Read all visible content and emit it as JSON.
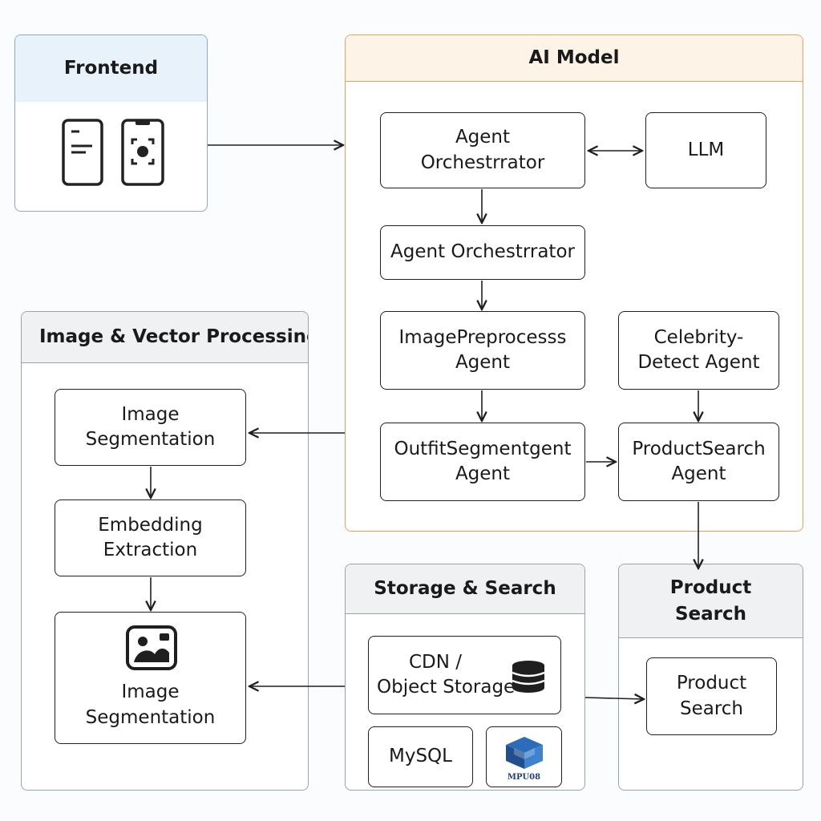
{
  "colors": {
    "ai_model_accent": "#e8a15a",
    "ai_model_header_bg": "#fdf3e6",
    "frontend_header_bg": "#e8f2fa",
    "frontend_border": "#8fa9c0",
    "gray_border": "#9aa3ab",
    "gray_header_bg": "#f0f1f2",
    "cube_blue": "#2d6cb8"
  },
  "frontend": {
    "title": "Frontend",
    "icons": [
      "phone-document-icon",
      "phone-camera-icon"
    ]
  },
  "ai_model": {
    "title": "AI Model",
    "orchestrator_top": [
      "Agent",
      "Orchestrrator"
    ],
    "llm": "LLM",
    "orchestrator_mid": "Agent Orchestrrator",
    "image_preprocess": [
      "ImagePreprocesss",
      "Agent"
    ],
    "celebrity_detect": [
      "Celebrity-",
      "Detect Agent"
    ],
    "outfit_segment": [
      "OutfitSegmentgent",
      "Agent"
    ],
    "product_search_agent": [
      "ProductSearch",
      "Agent"
    ]
  },
  "image_vector": {
    "title": "Image & Vector Processing",
    "segmentation_top": [
      "Image",
      "Segmentation"
    ],
    "embedding": [
      "Embedding",
      "Extraction"
    ],
    "segmentation_bottom": [
      "Image",
      "Segmentation"
    ],
    "segmentation_icon": "image-icon"
  },
  "storage": {
    "title": "Storage & Search",
    "cdn": [
      "CDN /",
      "Object Storage"
    ],
    "cdn_icon": "database-icon",
    "mysql": "MySQL",
    "cube_caption": "MPU08",
    "cube_icon": "cube-icon"
  },
  "product_search": {
    "title": [
      "Product",
      "Search"
    ],
    "inner": [
      "Product",
      "Search"
    ]
  }
}
